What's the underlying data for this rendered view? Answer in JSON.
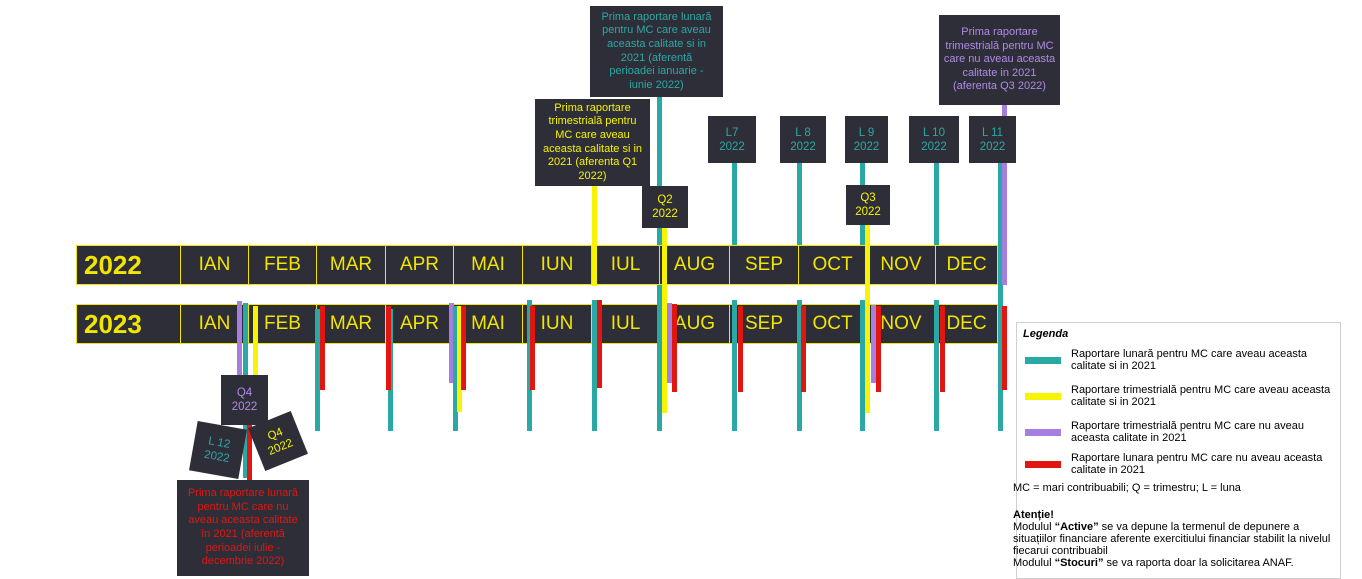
{
  "years": [
    "2022",
    "2023"
  ],
  "months": [
    "IAN",
    "FEB",
    "MAR",
    "APR",
    "MAI",
    "IUN",
    "IUL",
    "AUG",
    "SEP",
    "OCT",
    "NOV",
    "DEC"
  ],
  "labels_2022": {
    "first_monthly": "Prima raportare lunară\npentru MC care aveau\naceasta calitate si in\n2021 (aferentă\nperioadei ianuarie -\niunie 2022)",
    "first_quarterly": "Prima raportare\ntrimestrială pentru\nMC care aveau\naceasta calitate si in\n2021 (aferenta Q1\n2022)",
    "first_quarterly_new": "Prima raportare\ntrimestrială pentru MC\ncare nu aveau aceasta\ncalitate in 2021\n(aferenta Q3 2022)",
    "q2": "Q2\n2022",
    "l7": "L7\n2022",
    "l8": "L 8\n2022",
    "l9": "L 9\n2022",
    "q3": "Q3\n2022",
    "l10": "L 10\n2022",
    "l11": "L 11\n2022"
  },
  "labels_2023": {
    "q4_purple": "Q4\n2022",
    "l12": "L 12\n2022",
    "q4_yellow": "Q4\n2022",
    "first_monthly_new": "Prima raportare lunară\npentru MC care  nu\naveau aceasta calitate\nîn 2021 (aferentă\nperioadei iulie -\ndecembrie 2022)"
  },
  "legend": {
    "title": "Legenda",
    "items": [
      {
        "text": "Raportare lunară pentru MC care aveau aceasta calitate si in 2021",
        "color": "#2aa8a6"
      },
      {
        "text": "Raportare trimestrială pentru MC care aveau aceasta calitate si in 2021",
        "color": "#f6f400"
      },
      {
        "text": "Raportare trimestrială pentru MC care nu aveau aceasta calitate in 2021",
        "color": "#a57ee0"
      },
      {
        "text": "Raportare lunara pentru MC care nu aveau aceasta calitate in 2021",
        "color": "#e11610"
      }
    ],
    "note": "MC = mari contribuabili; Q = trimestru; L = luna",
    "warning_title": "Atenție!",
    "warning_line1_pre": "Modulul ",
    "warning_line1_bold": "“Active”",
    "warning_line1_post": " se va depune la termenul de depunere a situațiilor financiare aferente exercitiului financiar stabilit la nivelul  fiecarui contribuabil",
    "warning_line2_pre": "Modulul ",
    "warning_line2_bold": "“Stocuri”",
    "warning_line2_post": " se va raporta doar la solicitarea ANAF."
  }
}
